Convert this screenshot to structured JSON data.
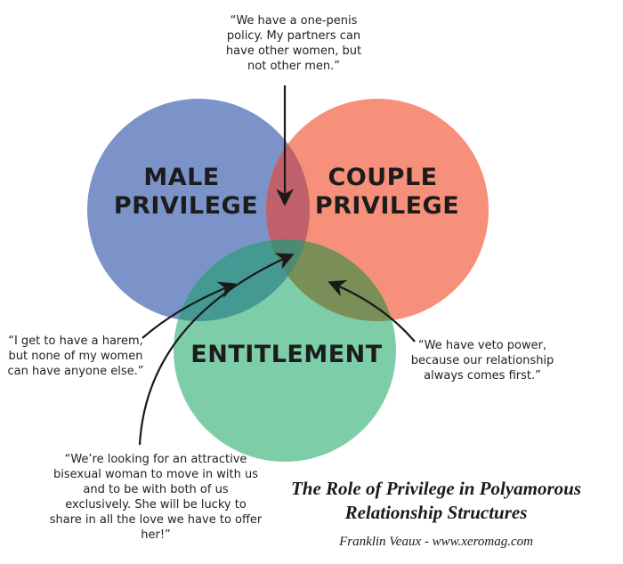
{
  "diagram": {
    "circles": [
      {
        "id": "male",
        "label_lines": [
          "MALE",
          "PRIVILEGE"
        ],
        "color": "#7b93c9"
      },
      {
        "id": "couple",
        "label_lines": [
          "COUPLE",
          "PRIVILEGE"
        ],
        "color": "#f7907a"
      },
      {
        "id": "entitlement",
        "label_lines": [
          "ENTITLEMENT"
        ],
        "color": "#7dcda8"
      }
    ],
    "overlap_colors": {
      "male_couple": "#c0606a",
      "male_entitlement": "#449a92",
      "couple_entitlement": "#7a8e58",
      "all": "#4d8a73"
    },
    "quotes": {
      "top": "“We have a one-penis\npolicy. My partners can\nhave other women, but\nnot other men.”",
      "left": "“I get to have a harem,\nbut none of my women\ncan have anyone else.”",
      "right": "“We have veto power,\nbecause our relationship\nalways comes first.”",
      "bottom": "“We’re looking for an attractive\nbisexual woman to move in with us\nand to be with both of us\nexclusively. She will be lucky to\nshare in all the love we have to offer her!”"
    },
    "title": "The Role of Privilege in Polyamorous\nRelationship Structures",
    "byline": "Franklin Veaux - www.xeromag.com"
  }
}
